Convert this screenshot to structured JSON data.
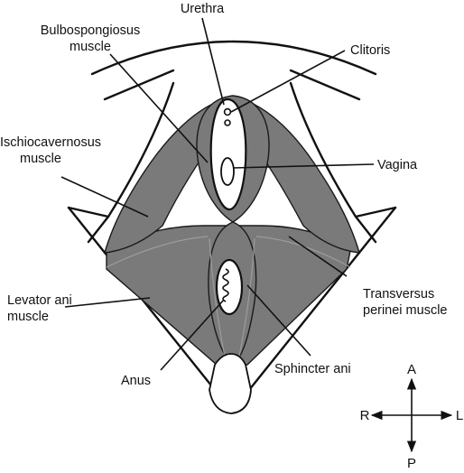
{
  "labels": {
    "urethra": "Urethra",
    "bulbospongiosus_1": "Bulbospongiosus",
    "bulbospongiosus_2": "muscle",
    "clitoris": "Clitoris",
    "ischiocavernosus_1": "Ischiocavernosus",
    "ischiocavernosus_2": "muscle",
    "vagina": "Vagina",
    "levator_1": "Levator ani",
    "levator_2": "muscle",
    "transversus_1": "Transversus",
    "transversus_2": "perinei muscle",
    "anus": "Anus",
    "sphincter": "Sphincter ani"
  },
  "orientation": {
    "anterior": "A",
    "posterior": "P",
    "right": "R",
    "left": "L"
  }
}
